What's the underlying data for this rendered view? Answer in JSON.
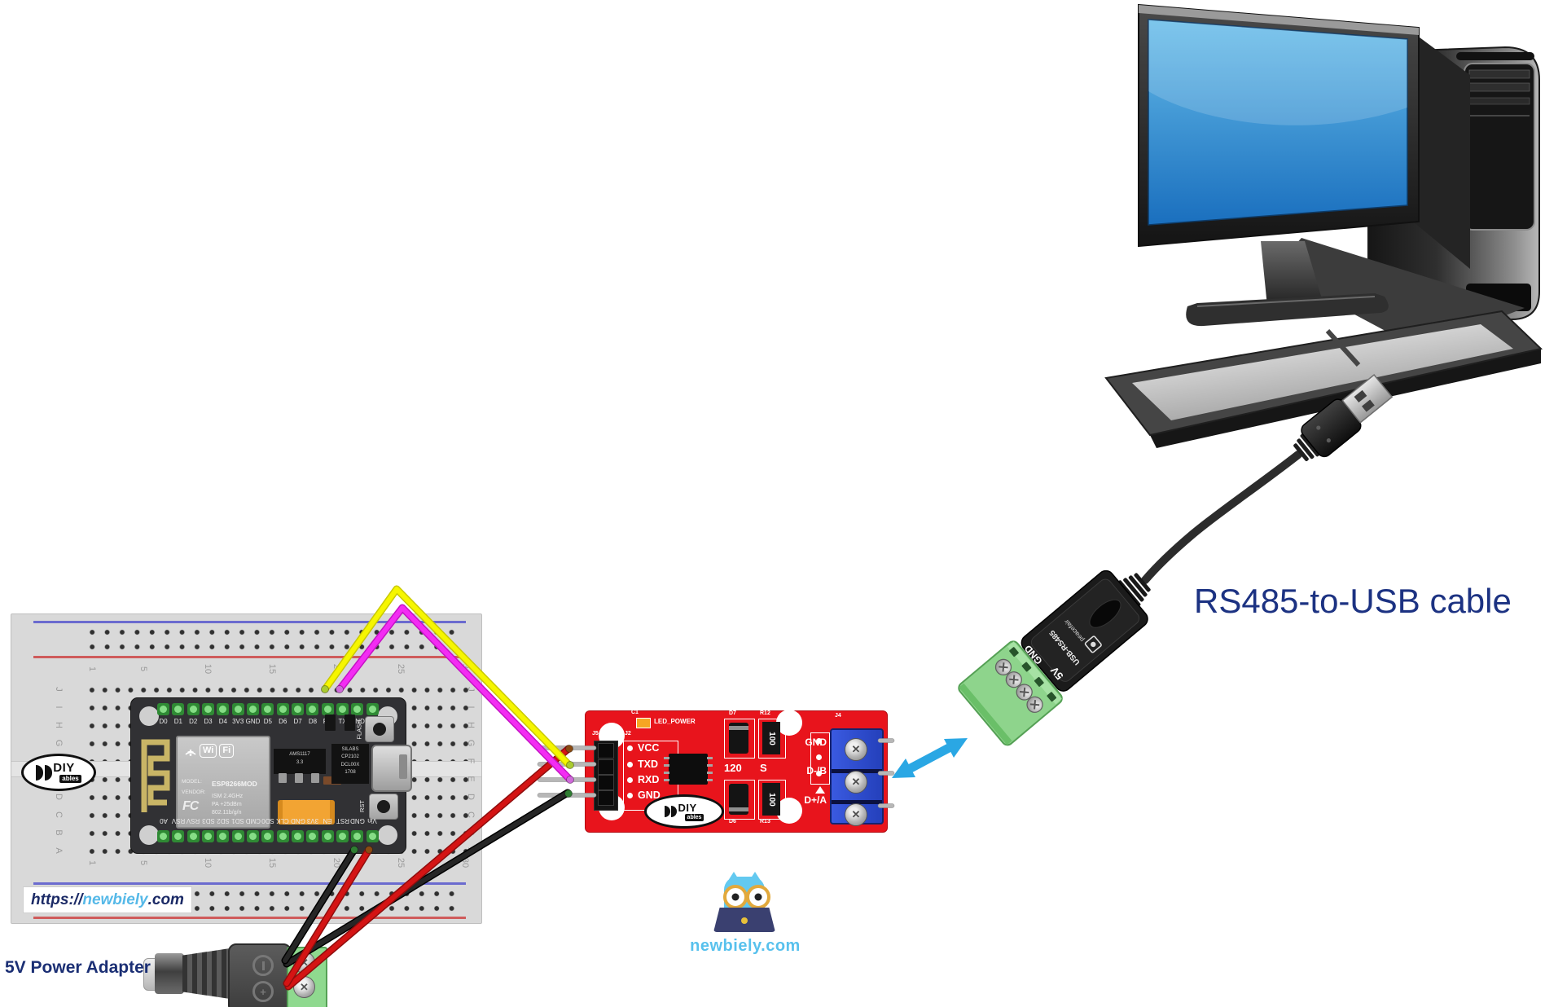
{
  "labels": {
    "cable": "RS485-to-USB cable",
    "power_adapter": "5V Power Adapter",
    "url_prefix": "https://",
    "url_name": "newbiely",
    "url_suffix": ".com",
    "brand": "newbiely.com"
  },
  "colors": {
    "wire_yellow": "#f6f600",
    "wire_magenta": "#f32cf3",
    "wire_red": "#d41414",
    "wire_black": "#262626",
    "arrow_blue": "#2aa7e4",
    "pcb_red": "#e8141c",
    "terminal_blue": "#2d50d8",
    "terminal_green": "#8ed98c",
    "label_navy": "#1b2f74",
    "brand_blue": "#58c1ed"
  },
  "breadboard": {
    "column_numbers": [
      "1",
      "5",
      "10",
      "15",
      "20",
      "25",
      "30"
    ],
    "row_letters": [
      "J",
      "I",
      "H",
      "G",
      "F",
      "E",
      "D",
      "C",
      "B",
      "A"
    ]
  },
  "esp8266": {
    "top_pins": [
      "D0",
      "D1",
      "D2",
      "D3",
      "D4",
      "3V3",
      "GND",
      "D5",
      "D6",
      "D7",
      "D8",
      "RX",
      "TX",
      "GND",
      "3V3"
    ],
    "bottom_pins": [
      "A0",
      "RSV",
      "RSV",
      "SD3",
      "SD2",
      "SD1",
      "CMD",
      "SD0",
      "CLK",
      "GND",
      "3V3",
      "EN",
      "RST",
      "GND",
      "Vin"
    ],
    "wifi_wi": "Wi",
    "wifi_fi": "Fi",
    "model": "MODEL:",
    "vendor": "VENDOR:",
    "module_name": "ESP8266MOD",
    "fcc": "FC",
    "specs": "ISM 2.4GHz\nPA  +25dBm\n802.11b/g/n",
    "regulator": "AMS1117\n3.3",
    "usb_chip": "SILABS\nCP2102\nDCL00X\n1708",
    "flash_btn": "FLASH",
    "rst_btn": "RST"
  },
  "rs485_module": {
    "left_pins": [
      "VCC",
      "TXD",
      "RXD",
      "GND"
    ],
    "right_pins": [
      "GND",
      "D-/B",
      "D+/A"
    ],
    "silk": {
      "led_power": "LED_POWER",
      "c1": "C1",
      "d7": "D7",
      "r12": "R12",
      "d6": "D6",
      "r13": "R13",
      "j4": "J4",
      "j5": "J5",
      "j2": "J2",
      "termination": "120",
      "s": "S",
      "res_top": "100",
      "res_bottom": "100"
    },
    "logo_diy": "DIY",
    "logo_ables": "ables"
  },
  "diyables_badge": {
    "diy": "DIY",
    "ables": "ables"
  },
  "usb_adapter": {
    "model": "USB-RS485",
    "brand": "peacefair",
    "pin_5v": "5V",
    "pin_gnd": "GND"
  },
  "connections": [
    {
      "wire_color": "yellow",
      "from": "ESP8266 RX",
      "to": "RS485 TXD"
    },
    {
      "wire_color": "magenta",
      "from": "ESP8266 TX",
      "to": "RS485 RXD"
    },
    {
      "wire_color": "red",
      "from": "5V adapter +",
      "to": "ESP8266 Vin & RS485 VCC"
    },
    {
      "wire_color": "black",
      "from": "5V adapter −",
      "to": "ESP8266 GND & RS485 GND"
    }
  ]
}
